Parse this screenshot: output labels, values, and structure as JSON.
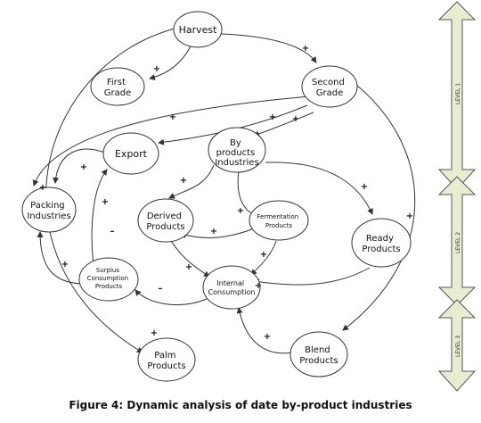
{
  "nodes": {
    "harvest": "Harvest",
    "first_grade": [
      "First",
      "Grade"
    ],
    "second_grade": [
      "Second",
      "Grade"
    ],
    "export": "Export",
    "by_products": [
      "By",
      "products",
      "Industries"
    ],
    "packing": [
      "Packing",
      "Industries"
    ],
    "derived": [
      "Derived",
      "Products"
    ],
    "fermentation": [
      "Fermentation",
      "Products"
    ],
    "ready": [
      "Ready",
      "Products"
    ],
    "surplus": [
      "Surplus",
      "Consumption",
      "Products"
    ],
    "internal": [
      "Internal",
      "Consumption"
    ],
    "blend": [
      "Blend",
      "Products"
    ],
    "palm": [
      "Palm",
      "Products"
    ]
  },
  "signs": {
    "plus": "+",
    "minus": "–"
  },
  "levels": [
    "LEVEL 1",
    "LEVEL 2",
    "LEVEL 3"
  ],
  "caption": "Figure 4: Dynamic analysis of date by-product industries",
  "colors": {
    "level_arrow_fill": "#e8edd2",
    "stroke": "#333333"
  }
}
